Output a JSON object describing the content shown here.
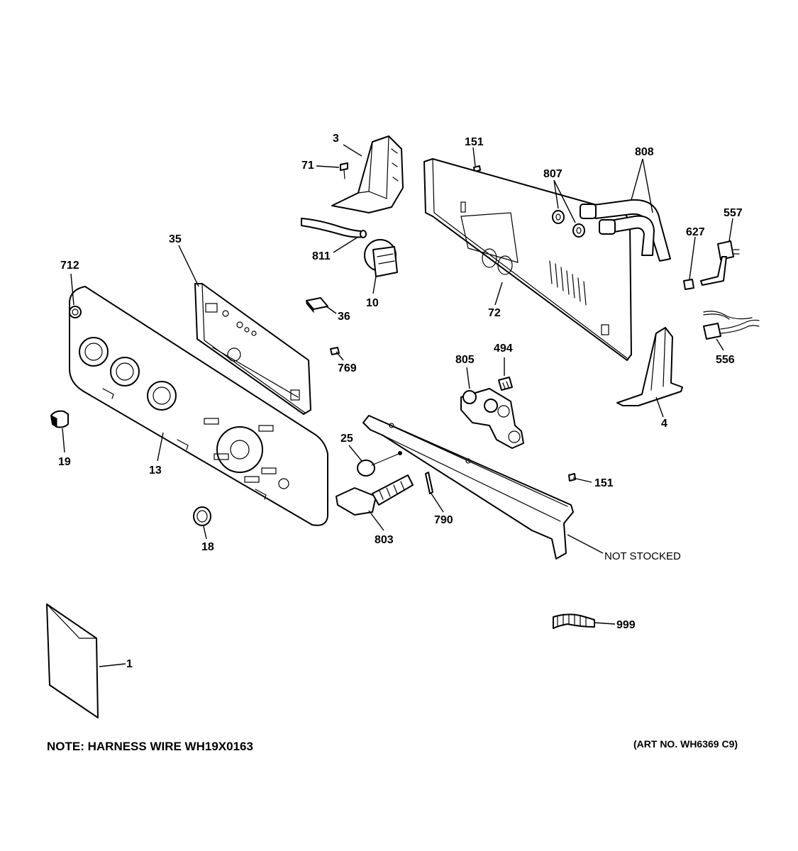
{
  "diagram": {
    "callouts": {
      "c3": "3",
      "c71": "71",
      "c151_top": "151",
      "c808": "808",
      "c807": "807",
      "c557": "557",
      "c627": "627",
      "c35": "35",
      "c811": "811",
      "c10": "10",
      "c72": "72",
      "c712": "712",
      "c36": "36",
      "c556": "556",
      "c769": "769",
      "c494": "494",
      "c805": "805",
      "c4": "4",
      "c19": "19",
      "c13": "13",
      "c25": "25",
      "c151_bottom": "151",
      "c790": "790",
      "c803": "803",
      "c18": "18",
      "c999": "999",
      "c1": "1",
      "not_stocked": "NOT STOCKED"
    },
    "note": "NOTE: HARNESS WIRE WH19X0163",
    "art_no": "(ART NO. WH6369 C9)"
  }
}
